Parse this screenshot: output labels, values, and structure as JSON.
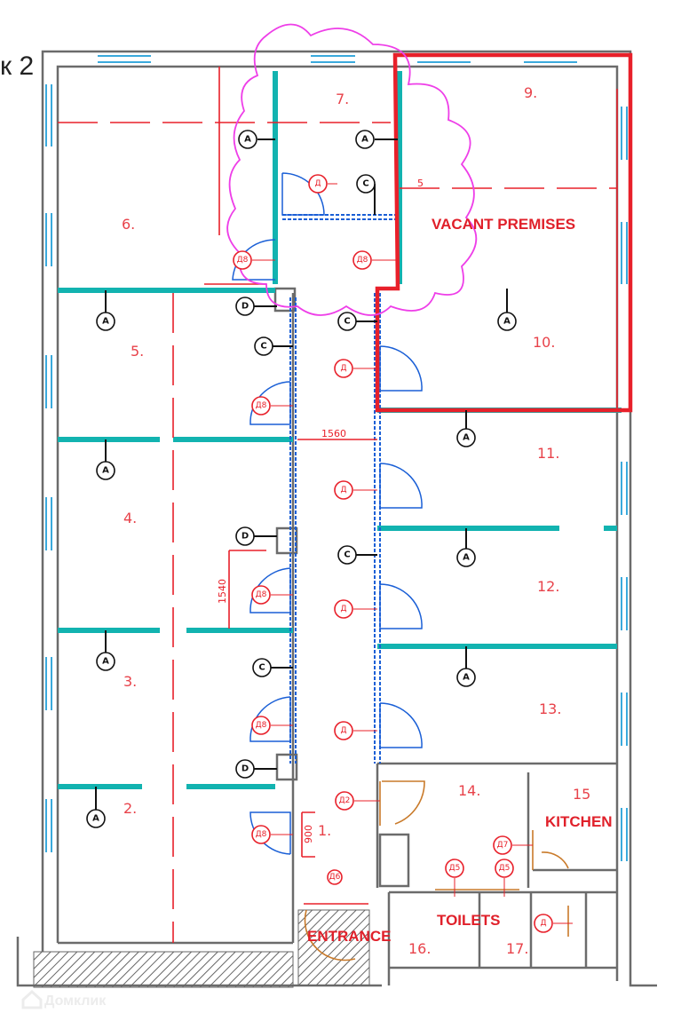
{
  "title_fragment": "к 2",
  "rooms": {
    "r1": "1.",
    "r2": "2.",
    "r3": "3.",
    "r4": "4.",
    "r5": "5.",
    "r6": "6.",
    "r7": "7.",
    "r9": "9.",
    "r10": "10.",
    "r11": "11.",
    "r12": "12.",
    "r13": "13.",
    "r14": "14.",
    "r15": "15",
    "r16": "16.",
    "r17": "17."
  },
  "annotations": {
    "vacant": "VACANT PREMISES",
    "kitchen": "KITCHEN",
    "entrance": "ENTRANCE",
    "toilets": "TOILETS"
  },
  "dimensions": {
    "corridor_width": "1560",
    "wall_length": "1540",
    "door_width": "900",
    "partial": "5"
  },
  "markers": {
    "A": "A",
    "C": "C",
    "D": "D",
    "door": "Д",
    "door8": "Д8",
    "door2": "Д2",
    "door5": "Д5",
    "door7": "Д7",
    "door6": "Д6"
  },
  "watermark": "Домклик",
  "colors": {
    "vacant_outline": "#e8202a",
    "revision_cloud": "#ee3ee8",
    "partition": "#12b3b0",
    "label": "#e8424a"
  }
}
